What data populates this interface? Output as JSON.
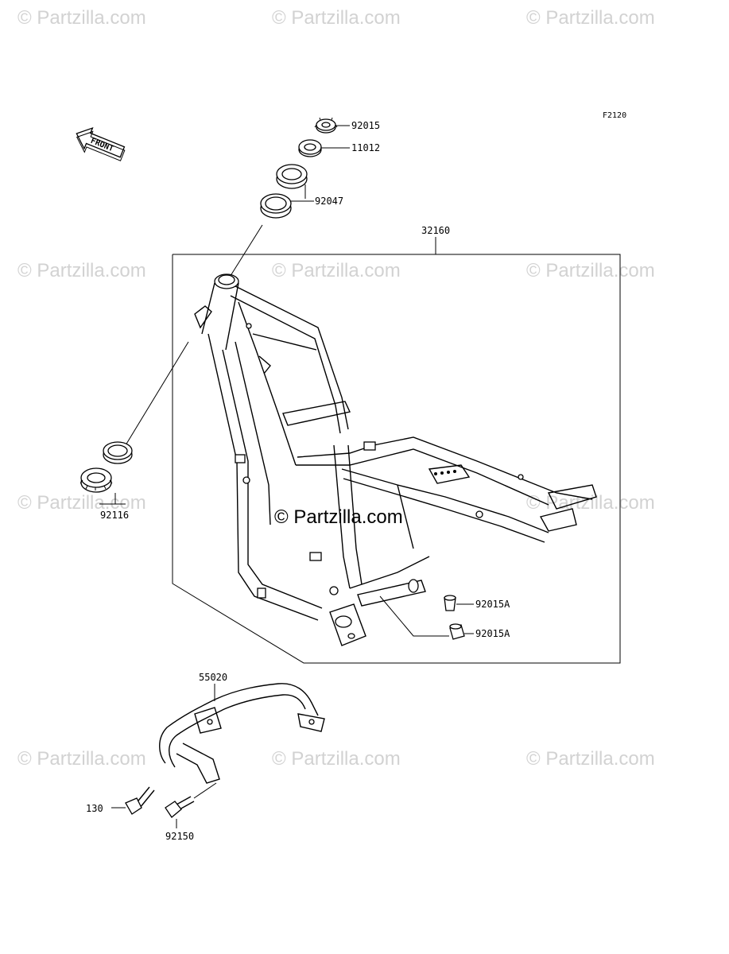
{
  "diagram": {
    "code": "F2120",
    "front_label": "FRONT",
    "watermark": "© Partzilla.com",
    "parts": {
      "p92015": "92015",
      "p11012": "11012",
      "p92047": "92047",
      "p32160": "32160",
      "p92116": "92116",
      "p92015a_1": "92015A",
      "p92015a_2": "92015A",
      "p55020": "55020",
      "p130": "130",
      "p92150": "92150"
    }
  }
}
